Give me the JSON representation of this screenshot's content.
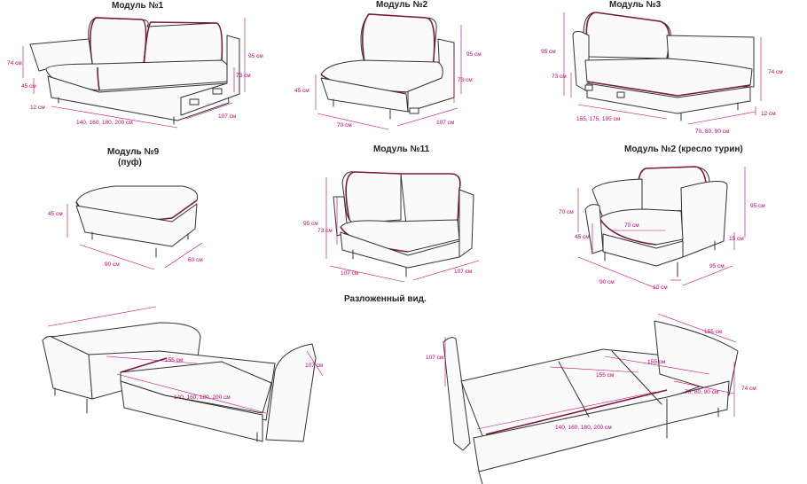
{
  "colors": {
    "dimension": "#c8006e",
    "line": "#333333",
    "piping": "#7a1a3c"
  },
  "titles": {
    "m1": "Модуль №1",
    "m2": "Модуль №2",
    "m3": "Модуль №3",
    "m9a": "Модуль №9",
    "m9b": "(пуф)",
    "m11": "Модуль №11",
    "m2t": "Модуль №2 (кресло турин)",
    "unfolded": "Разложенный вид."
  },
  "m1": {
    "h95": "95 см",
    "h74": "74 см",
    "h45": "45 см",
    "h73": "73 см",
    "h12": "12 см",
    "w": "140, 160, 180, 200 см",
    "d": "107 см"
  },
  "m2": {
    "h95": "95 см",
    "h45": "45 см",
    "h73": "73 см",
    "w": "70 см",
    "d": "107 см"
  },
  "m3": {
    "h95": "95 см",
    "h73": "73 см",
    "h74": "74 см",
    "h12": "12 см",
    "w": "155, 175, 195 см",
    "d": "70, 80, 90 см"
  },
  "m9": {
    "h45": "45 см",
    "w": "90 см",
    "d": "60 см"
  },
  "m11": {
    "h95": "95 см",
    "h73": "73 см",
    "w": "107 см",
    "d": "107 см"
  },
  "m2t": {
    "h70": "70 см",
    "h95": "95 см",
    "h45": "45 см",
    "h15": "15 см",
    "seat": "70 см",
    "w": "90 см",
    "d": "95 см",
    "leg": "10 см"
  },
  "unfL": {
    "len": "155 см",
    "w": "140, 160, 180, 200 см",
    "d": "107 см"
  },
  "unfR": {
    "h107": "107 см",
    "len1": "155 см",
    "len2": "155 см",
    "len3": "155 см",
    "w": "140, 160, 180, 200 см",
    "d": "70, 80, 90 см",
    "h74": "74 см"
  }
}
